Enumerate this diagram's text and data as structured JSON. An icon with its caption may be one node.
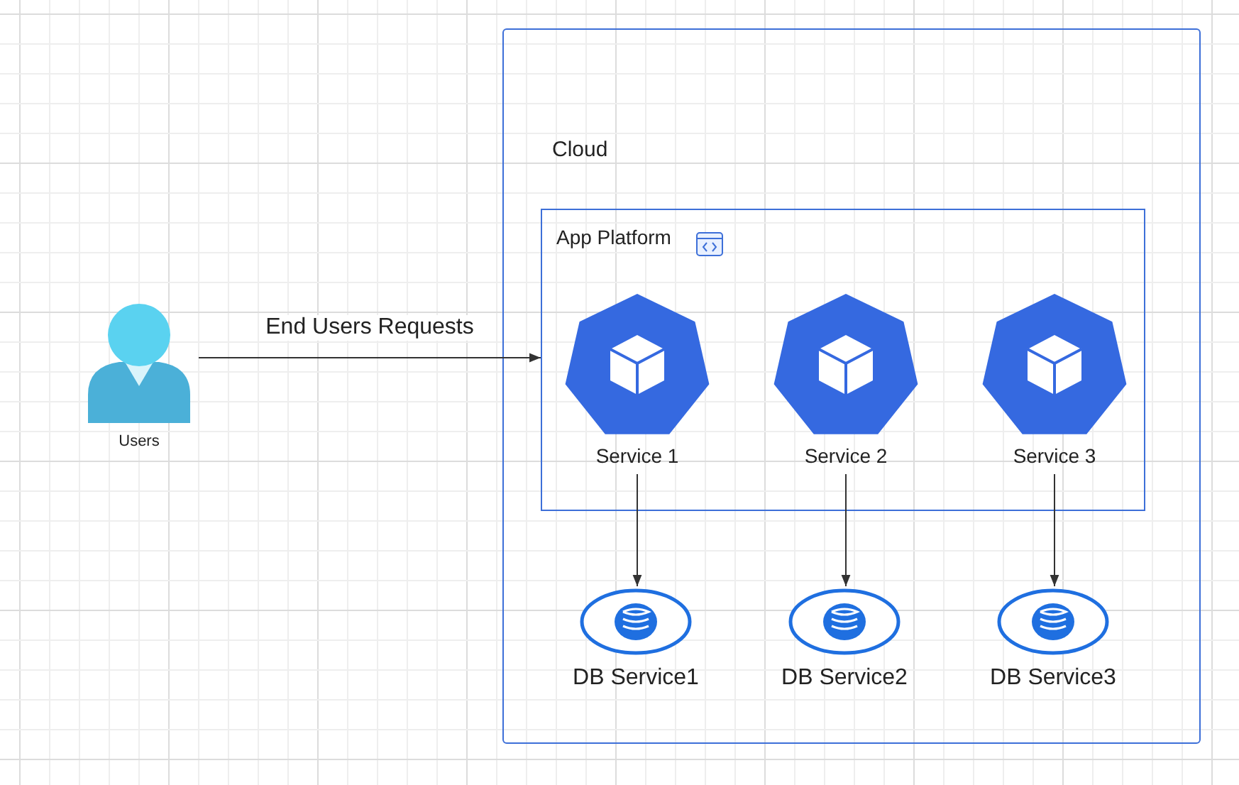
{
  "diagram": {
    "nodes": [
      {
        "text": [
          "Users"
        ]
      },
      {
        "text": [
          "Cloud"
        ]
      },
      {
        "text": [
          "App Platform"
        ],
        "in": 1
      },
      {
        "text": [
          "Service 1"
        ],
        "in": 2
      },
      {
        "text": [
          "Service 2"
        ],
        "in": 2
      },
      {
        "text": [
          "Service 3"
        ],
        "in": 2
      },
      {
        "text": [
          "DB Service1"
        ],
        "in": 1
      },
      {
        "text": [
          "DB Service2"
        ],
        "in": 1
      },
      {
        "text": [
          "DB Service3"
        ],
        "in": 1
      }
    ],
    "edges": [
      {
        "from": 0,
        "to": 2,
        "arrow": "to",
        "label": "End Users Requests"
      },
      {
        "from": 3,
        "to": 6,
        "arrow": "to"
      },
      {
        "from": 4,
        "to": 7,
        "arrow": "to"
      },
      {
        "from": 5,
        "to": 8,
        "arrow": "to"
      }
    ]
  }
}
